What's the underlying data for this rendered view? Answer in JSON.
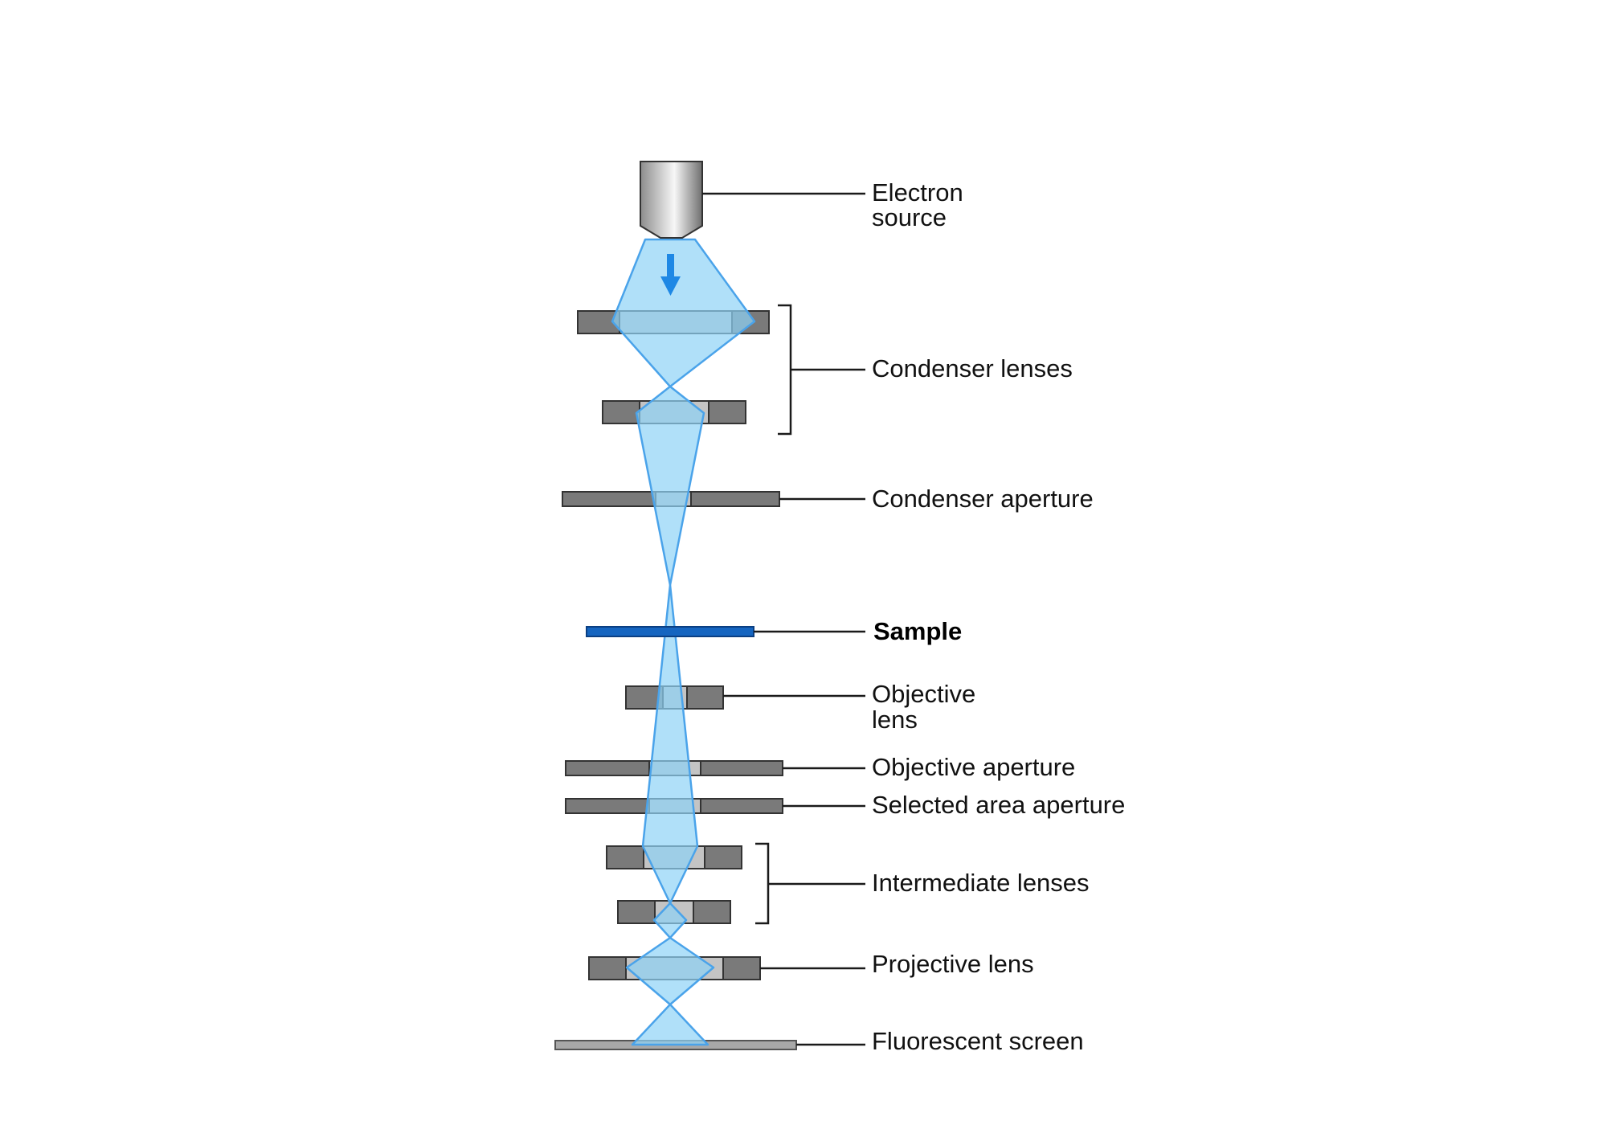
{
  "labels": {
    "electron_source": [
      "Electron",
      "source"
    ],
    "condenser_lenses": "Condenser lenses",
    "condenser_aperture": "Condenser aperture",
    "sample": "Sample",
    "objective_lens": [
      "Objective",
      "lens"
    ],
    "objective_aperture": "Objective aperture",
    "selected_area_aperture": "Selected area aperture",
    "intermediate_lenses": "Intermediate lenses",
    "projective_lens": "Projective lens",
    "fluorescent_screen": "Fluorescent screen"
  },
  "colors": {
    "beam_fill": "#8fd3f7",
    "beam_stroke": "#4aa3ea",
    "arrow": "#1e88e5",
    "lens_block": "#7a7a7a",
    "lens_gap": "#c4c4c4",
    "sample": "#1565c0",
    "screen": "#a8a8a8",
    "line": "#1a1a1a"
  }
}
